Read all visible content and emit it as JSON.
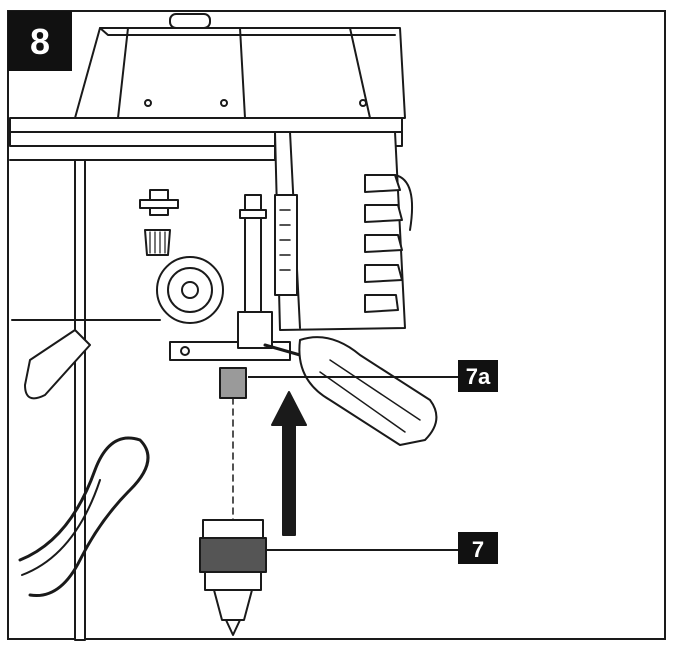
{
  "step_badge": {
    "number": "8"
  },
  "callouts": [
    {
      "id": "7a",
      "label": "7a"
    },
    {
      "id": "7",
      "label": "7"
    }
  ],
  "colors": {
    "line": "#1a1a1a",
    "fill": "#ffffff",
    "badge": "#111111",
    "shade": "#9a9a9a"
  }
}
